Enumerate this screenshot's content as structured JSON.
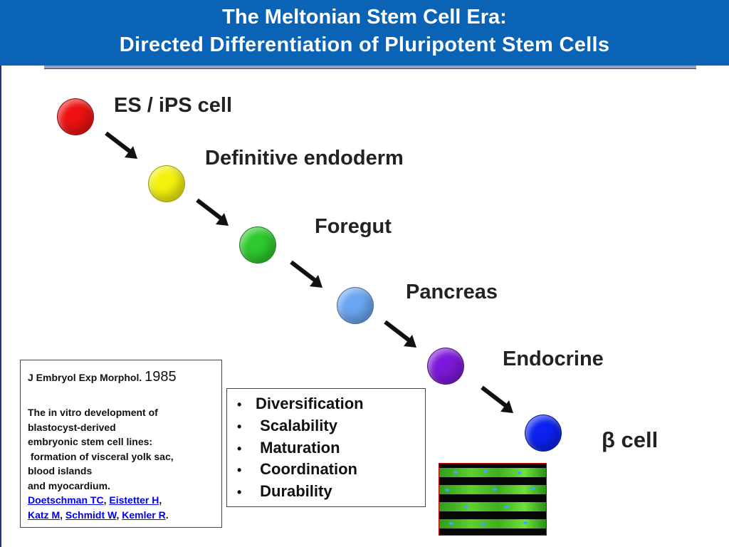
{
  "header": {
    "title_line1": "The Meltonian Stem Cell Era:",
    "title_line2": "Directed Differentiation of Pluripotent Stem Cells"
  },
  "stages": [
    {
      "label": "ES / iPS cell",
      "color": "#ee1111"
    },
    {
      "label": "Definitive endoderm",
      "color": "#f2f20e"
    },
    {
      "label": "Foregut",
      "color": "#2ec92e"
    },
    {
      "label": "Pancreas",
      "color": "#6ba6f2"
    },
    {
      "label": "Endocrine",
      "color": "#7e18d8"
    },
    {
      "label": "β cell",
      "color": "#0b22f0"
    }
  ],
  "reference": {
    "journal": "J Embryol Exp Morphol.",
    "year": "1985",
    "title_lines": [
      "The in vitro development of",
      "blastocyst-derived",
      "embryonic stem cell lines:",
      " formation of visceral yolk sac,",
      "blood islands",
      "and myocardium."
    ],
    "authors": [
      "Doetschman TC",
      "Eistetter H",
      "Katz M",
      "Schmidt W",
      "Kemler R"
    ]
  },
  "bullets": {
    "items": [
      "Diversification",
      "Scalability",
      "Maturation",
      "Coordination",
      "Durability"
    ]
  }
}
